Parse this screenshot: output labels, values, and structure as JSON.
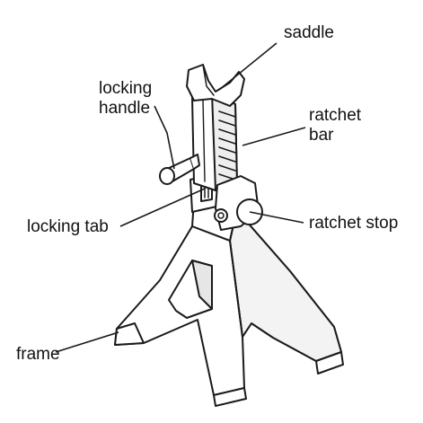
{
  "labels": {
    "saddle": "saddle",
    "locking_handle_line1": "locking",
    "locking_handle_line2": "handle",
    "ratchet_bar_line1": "ratchet",
    "ratchet_bar_line2": "bar",
    "locking_tab": "locking tab",
    "ratchet_stop": "ratchet stop",
    "frame": "frame"
  },
  "colors": {
    "line": "#1a1a1a",
    "fill": "#ffffff",
    "shade": "#d9d9d9"
  }
}
